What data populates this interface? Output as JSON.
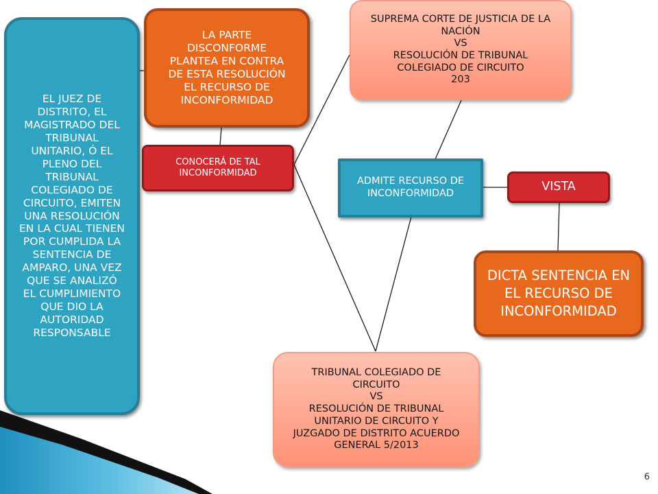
{
  "nodes": {
    "juez": "EL JUEZ DE DISTRITO, EL MAGISTRADO DEL TRIBUNAL UNITARIO, Ó EL PLENO DEL TRIBUNAL COLEGIADO DE CIRCUITO, EMITEN UNA RESOLUCIÓN EN LA CUAL TIENEN POR CUMPLIDA LA SENTENCIA DE AMPARO, UNA VEZ QUE SE ANALIZÓ EL CUMPLIMIENTO QUE DIO LA AUTORIDAD RESPONSABLE",
    "parte": "LA PARTE DISCONFORME PLANTEA EN CONTRA DE ESTA RESOLUCIÓN EL RECURSO DE INCONFORMIDAD",
    "conocera": "CONOCERÁ DE TAL INCONFORMIDAD",
    "suprema": "SUPREMA CORTE DE JUSTICIA DE LA NACIÓN\nVS\nRESOLUCIÓN DE TRIBUNAL COLEGIADO DE CIRCUITO\n203",
    "admite": "ADMITE RECURSO DE INCONFORMIDAD",
    "vista": "VISTA",
    "dicta": "DICTA SENTENCIA EN EL RECURSO DE INCONFORMIDAD",
    "tribunal": "TRIBUNAL COLEGIADO DE CIRCUITO\nVS\nRESOLUCIÓN DE TRIBUNAL UNITARIO DE CIRCUITO Y JUZGADO DE DISTRITO ACUERDO GENERAL 5/2013"
  },
  "page_number": "6",
  "colors": {
    "blue": "#2ea3c2",
    "orange": "#e8681e",
    "red": "#d22a2f",
    "salmon": "#ff9e85",
    "accent_blue": "#1f8fc0",
    "line": "#1a1a1a"
  }
}
